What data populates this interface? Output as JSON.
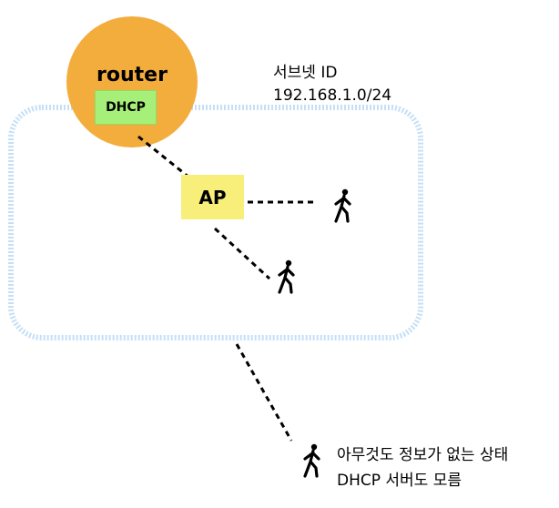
{
  "router": {
    "label": "router",
    "service": "DHCP"
  },
  "ap": {
    "label": "AP"
  },
  "subnet": {
    "line1": "서브넷 ID",
    "line2": "192.168.1.0/24"
  },
  "outside_client": {
    "line1": "아무것도 정보가 없는 상태",
    "line2": "DHCP 서버도 모름"
  },
  "colors": {
    "router": "#f3ad3d",
    "dhcp": "#a6f07a",
    "ap": "#f8ef7a",
    "subnet_border": "#c5dff6",
    "link": "#000000"
  },
  "icons": [
    "walking-person-icon",
    "walking-person-icon",
    "walking-person-icon"
  ]
}
